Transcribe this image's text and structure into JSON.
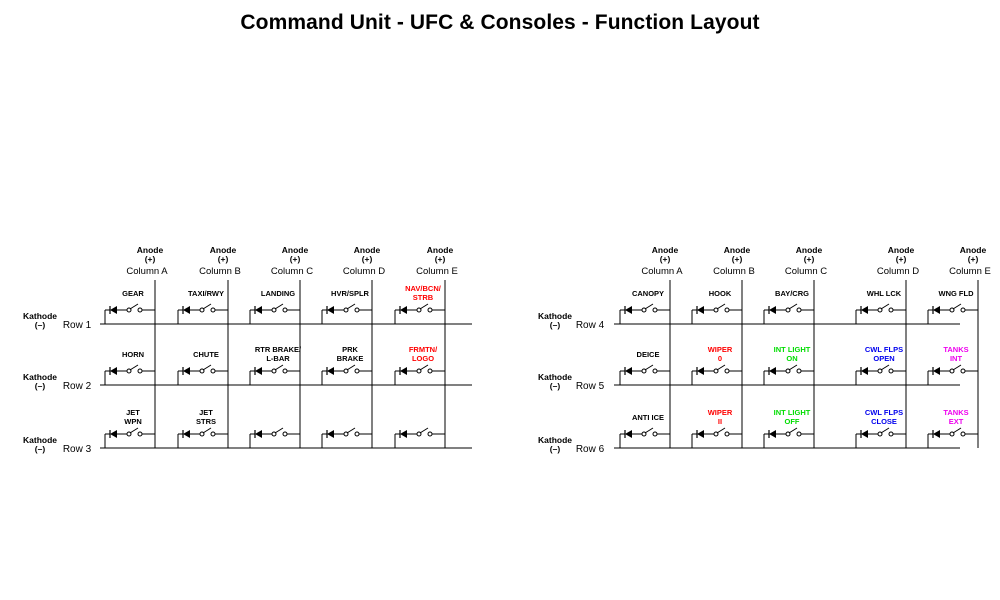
{
  "title": "Command Unit - UFC & Consoles - Function Layout",
  "anode_label": "Anode",
  "anode_polarity": "(+)",
  "kathode_label": "Kathode",
  "kathode_polarity": "(–)",
  "colors": {
    "default": "#000000",
    "red": "#ff0000",
    "green": "#00dd00",
    "blue": "#0000ee",
    "magenta": "#ee00ee"
  },
  "matrices": [
    {
      "id": "left",
      "columns": [
        "Column A",
        "Column B",
        "Column C",
        "Column D",
        "Column E"
      ],
      "rows": [
        {
          "label": "Row 1",
          "functions": [
            {
              "lines": [
                "GEAR"
              ],
              "color": "default"
            },
            {
              "lines": [
                "TAXI/RWY"
              ],
              "color": "default"
            },
            {
              "lines": [
                "LANDING"
              ],
              "color": "default"
            },
            {
              "lines": [
                "HVR/SPLR"
              ],
              "color": "default"
            },
            {
              "lines": [
                "NAV/BCN/",
                "STRB"
              ],
              "color": "red"
            }
          ]
        },
        {
          "label": "Row 2",
          "functions": [
            {
              "lines": [
                "HORN"
              ],
              "color": "default"
            },
            {
              "lines": [
                "CHUTE"
              ],
              "color": "default"
            },
            {
              "lines": [
                "RTR BRAKE/",
                "L-BAR"
              ],
              "color": "default"
            },
            {
              "lines": [
                "PRK",
                "BRAKE"
              ],
              "color": "default"
            },
            {
              "lines": [
                "FRMTN/",
                "LOGO"
              ],
              "color": "red"
            }
          ]
        },
        {
          "label": "Row 3",
          "functions": [
            {
              "lines": [
                "JET",
                "WPN"
              ],
              "color": "default"
            },
            {
              "lines": [
                "JET",
                "STRS"
              ],
              "color": "default"
            },
            {
              "lines": [],
              "color": "default"
            },
            {
              "lines": [],
              "color": "default"
            },
            {
              "lines": [],
              "color": "default"
            }
          ]
        }
      ]
    },
    {
      "id": "right",
      "columns": [
        "Column A",
        "Column B",
        "Column C",
        "Column D",
        "Column E"
      ],
      "rows": [
        {
          "label": "Row 4",
          "functions": [
            {
              "lines": [
                "CANOPY"
              ],
              "color": "default"
            },
            {
              "lines": [
                "HOOK"
              ],
              "color": "default"
            },
            {
              "lines": [
                "BAY/CRG"
              ],
              "color": "default"
            },
            {
              "lines": [
                "WHL LCK"
              ],
              "color": "default"
            },
            {
              "lines": [
                "WNG FLD"
              ],
              "color": "default"
            }
          ]
        },
        {
          "label": "Row 5",
          "functions": [
            {
              "lines": [
                "DEICE"
              ],
              "color": "default"
            },
            {
              "lines": [
                "WIPER",
                "0"
              ],
              "color": "red"
            },
            {
              "lines": [
                "INT LIGHT",
                "ON"
              ],
              "color": "green"
            },
            {
              "lines": [
                "CWL FLPS",
                "OPEN"
              ],
              "color": "blue"
            },
            {
              "lines": [
                "TANKS",
                "INT"
              ],
              "color": "magenta"
            }
          ]
        },
        {
          "label": "Row 6",
          "functions": [
            {
              "lines": [
                "ANTI ICE"
              ],
              "color": "default"
            },
            {
              "lines": [
                "WIPER",
                "II"
              ],
              "color": "red"
            },
            {
              "lines": [
                "INT LIGHT",
                "OFF"
              ],
              "color": "green"
            },
            {
              "lines": [
                "CWL FLPS",
                "CLOSE"
              ],
              "color": "blue"
            },
            {
              "lines": [
                "TANKS",
                "EXT"
              ],
              "color": "magenta"
            }
          ]
        }
      ]
    }
  ]
}
